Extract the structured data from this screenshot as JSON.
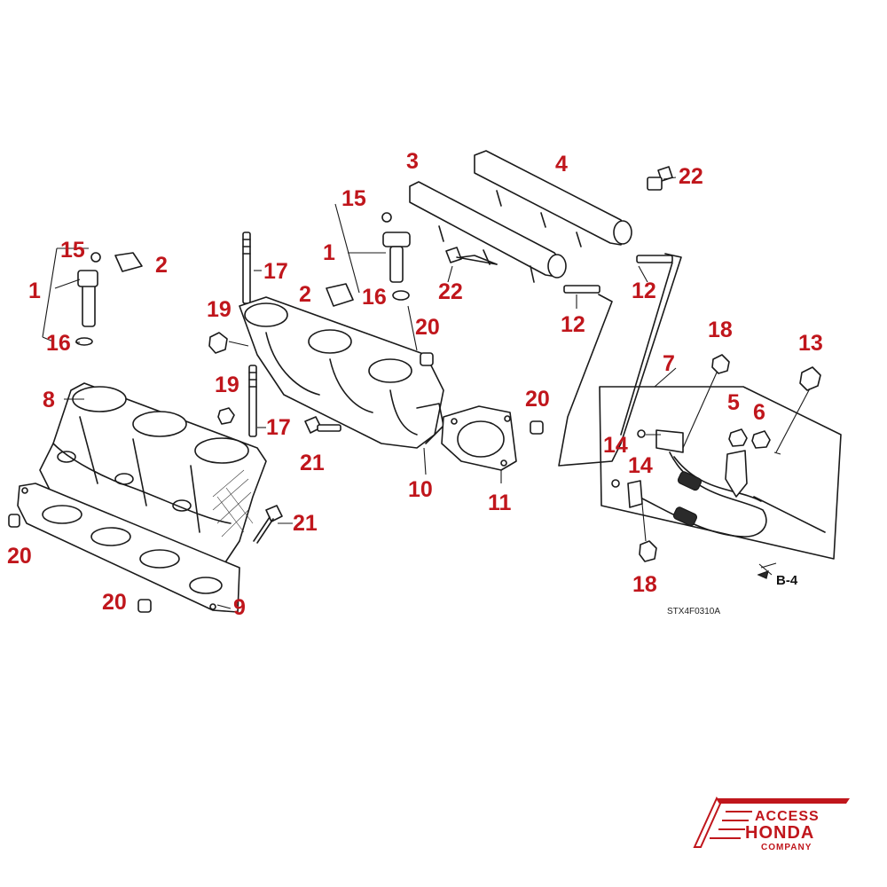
{
  "diagram": {
    "code": "STX4F0310A",
    "section_ref": "B-4",
    "logo": {
      "line1": "ACCESS",
      "line2": "HONDA",
      "line3": "COMPANY"
    },
    "callouts": [
      {
        "id": "c-15-left",
        "text": "15"
      },
      {
        "id": "c-2-left",
        "text": "2"
      },
      {
        "id": "c-1-left",
        "text": "1"
      },
      {
        "id": "c-16-left",
        "text": "16"
      },
      {
        "id": "c-8",
        "text": "8"
      },
      {
        "id": "c-20-bl",
        "text": "20"
      },
      {
        "id": "c-20-bm",
        "text": "20"
      },
      {
        "id": "c-9",
        "text": "9"
      },
      {
        "id": "c-21-left",
        "text": "21"
      },
      {
        "id": "c-17-top",
        "text": "17"
      },
      {
        "id": "c-19-top",
        "text": "19"
      },
      {
        "id": "c-19-mid",
        "text": "19"
      },
      {
        "id": "c-17-mid",
        "text": "17"
      },
      {
        "id": "c-15-mid",
        "text": "15"
      },
      {
        "id": "c-1-mid",
        "text": "1"
      },
      {
        "id": "c-2-mid",
        "text": "2"
      },
      {
        "id": "c-16-mid",
        "text": "16"
      },
      {
        "id": "c-20-mid",
        "text": "20"
      },
      {
        "id": "c-21-mid",
        "text": "21"
      },
      {
        "id": "c-10",
        "text": "10"
      },
      {
        "id": "c-11",
        "text": "11"
      },
      {
        "id": "c-20-right",
        "text": "20"
      },
      {
        "id": "c-3",
        "text": "3"
      },
      {
        "id": "c-4",
        "text": "4"
      },
      {
        "id": "c-22-top",
        "text": "22"
      },
      {
        "id": "c-22-mid",
        "text": "22"
      },
      {
        "id": "c-12-a",
        "text": "12"
      },
      {
        "id": "c-12-b",
        "text": "12"
      },
      {
        "id": "c-18-top",
        "text": "18"
      },
      {
        "id": "c-7",
        "text": "7"
      },
      {
        "id": "c-13",
        "text": "13"
      },
      {
        "id": "c-5",
        "text": "5"
      },
      {
        "id": "c-6",
        "text": "6"
      },
      {
        "id": "c-14-a",
        "text": "14"
      },
      {
        "id": "c-14-b",
        "text": "14"
      },
      {
        "id": "c-18-bot",
        "text": "18"
      }
    ]
  }
}
